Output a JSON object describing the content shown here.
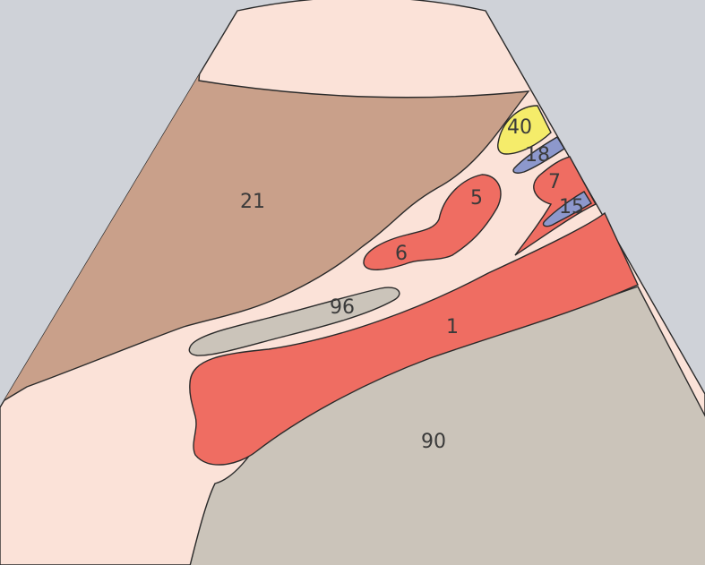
{
  "colors": {
    "background": "#cfd2d8",
    "fan": "#fbe2d8",
    "muscle": "#c9a08a",
    "artery": "#ef6d62",
    "grey_structure": "#cbc4ba",
    "yellow_structure": "#f5ec6a",
    "blue_structure": "#8d98cc",
    "outline": "#2a2a2a",
    "label": "#3a3a3a"
  },
  "labels": {
    "l21": "21",
    "l40": "40",
    "l18": "18",
    "l5": "5",
    "l7": "7",
    "l15": "15",
    "l6": "6",
    "l96": "96",
    "l1": "1",
    "l90": "90"
  }
}
